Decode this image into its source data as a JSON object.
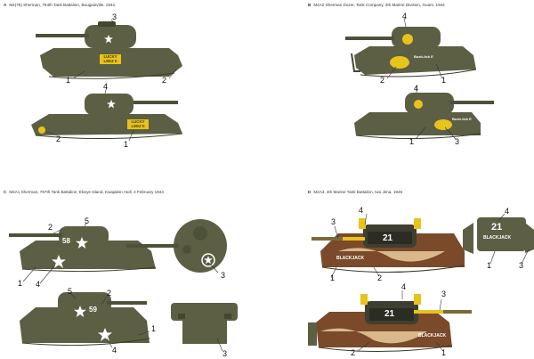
{
  "panels": [
    {
      "letter": "A",
      "caption": "M4(75) Sherman, 754th Tank Battalion, Bougainville, 1944."
    },
    {
      "letter": "B",
      "caption": "M4A2 Sherman Dozer, Tank Company, 4th Marine Division, Guam, 1944"
    },
    {
      "letter": "C",
      "caption": "M4A1 Sherman, 767th Tank Battalion, Ebeye Island, Kwajalein Atoll, 4 February 1944"
    },
    {
      "letter": "D",
      "caption": "M4A3, 4th Marine Tank Battalion, Iwo Jima, 1945"
    }
  ],
  "markings": {
    "a_name": "LUCKY LEEZ II",
    "b_name": "Bush-lick E",
    "c_number": "58",
    "c_number_rear": "59",
    "d_number": "21",
    "d_name": "BLACKJACK"
  },
  "callouts": {
    "a_top": [
      "3",
      "1",
      "2"
    ],
    "a_bottom": [
      "4",
      "2",
      "1"
    ],
    "b_top": [
      "4",
      "2",
      "1"
    ],
    "b_bottom": [
      "4",
      "1",
      "3"
    ],
    "c_left_top": [
      "2",
      "5",
      "1",
      "4"
    ],
    "c_right": [
      "3"
    ],
    "c_left_bottom": [
      "5",
      "2",
      "1",
      "4"
    ],
    "c_rear": [
      "3"
    ],
    "d_top": [
      "4",
      "3",
      "2",
      "1"
    ],
    "d_turret": [
      "4",
      "1",
      "3"
    ],
    "d_bottom": [
      "4",
      "3",
      "2",
      "1"
    ]
  },
  "colors": {
    "olive": "#5c5f44",
    "olive_dark": "#44472f",
    "yellow": "#e7c31c",
    "camo_brown": "#7a4a2a",
    "camo_tan": "#d9b98c"
  }
}
